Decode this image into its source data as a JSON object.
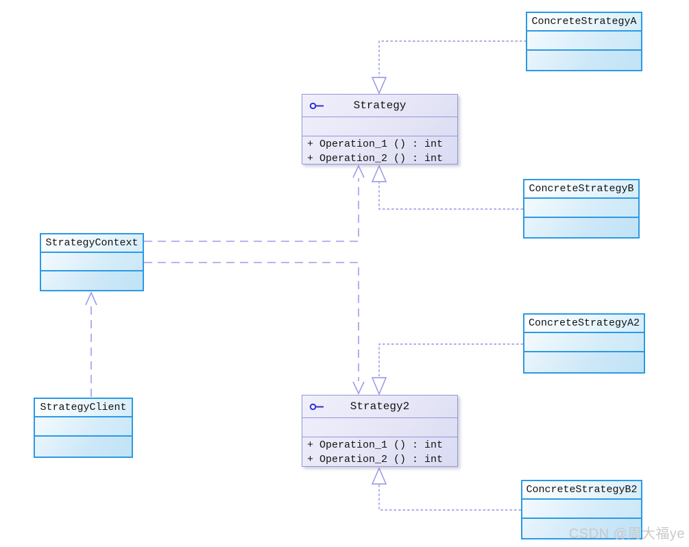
{
  "boxes": {
    "concreteStrategyA": {
      "name": "ConcreteStrategyA"
    },
    "concreteStrategyB": {
      "name": "ConcreteStrategyB"
    },
    "concreteStrategyA2": {
      "name": "ConcreteStrategyA2"
    },
    "concreteStrategyB2": {
      "name": "ConcreteStrategyB2"
    },
    "strategyContext": {
      "name": "StrategyContext"
    },
    "strategyClient": {
      "name": "StrategyClient"
    },
    "strategy": {
      "name": "Strategy",
      "op1": "+ Operation_1 () : int",
      "op2": "+ Operation_2 () : int"
    },
    "strategy2": {
      "name": "Strategy2",
      "op1": "+ Operation_1 () : int",
      "op2": "+ Operation_2 () : int"
    }
  },
  "relationships": [
    {
      "from": "ConcreteStrategyA",
      "to": "Strategy",
      "type": "realization"
    },
    {
      "from": "ConcreteStrategyB",
      "to": "Strategy",
      "type": "realization"
    },
    {
      "from": "StrategyContext",
      "to": "Strategy",
      "type": "dependency"
    },
    {
      "from": "StrategyContext",
      "to": "Strategy2",
      "type": "dependency"
    },
    {
      "from": "StrategyClient",
      "to": "StrategyContext",
      "type": "dependency"
    },
    {
      "from": "ConcreteStrategyA2",
      "to": "Strategy2",
      "type": "realization"
    },
    {
      "from": "ConcreteStrategyB2",
      "to": "Strategy2",
      "type": "realization"
    }
  ],
  "watermark": {
    "text": "CSDN @周大福ye"
  },
  "colors": {
    "class_border": "#2b99e3",
    "class_fill_bottom": "#bfe3f6",
    "interface_border": "#9396d8",
    "interface_fill": "#e4e4f6",
    "connector_dependency": "#9b9cec",
    "connector_realization": "#8f91e4",
    "interface_icon": "#2f2fd0",
    "watermark": "#c9c9c9"
  }
}
